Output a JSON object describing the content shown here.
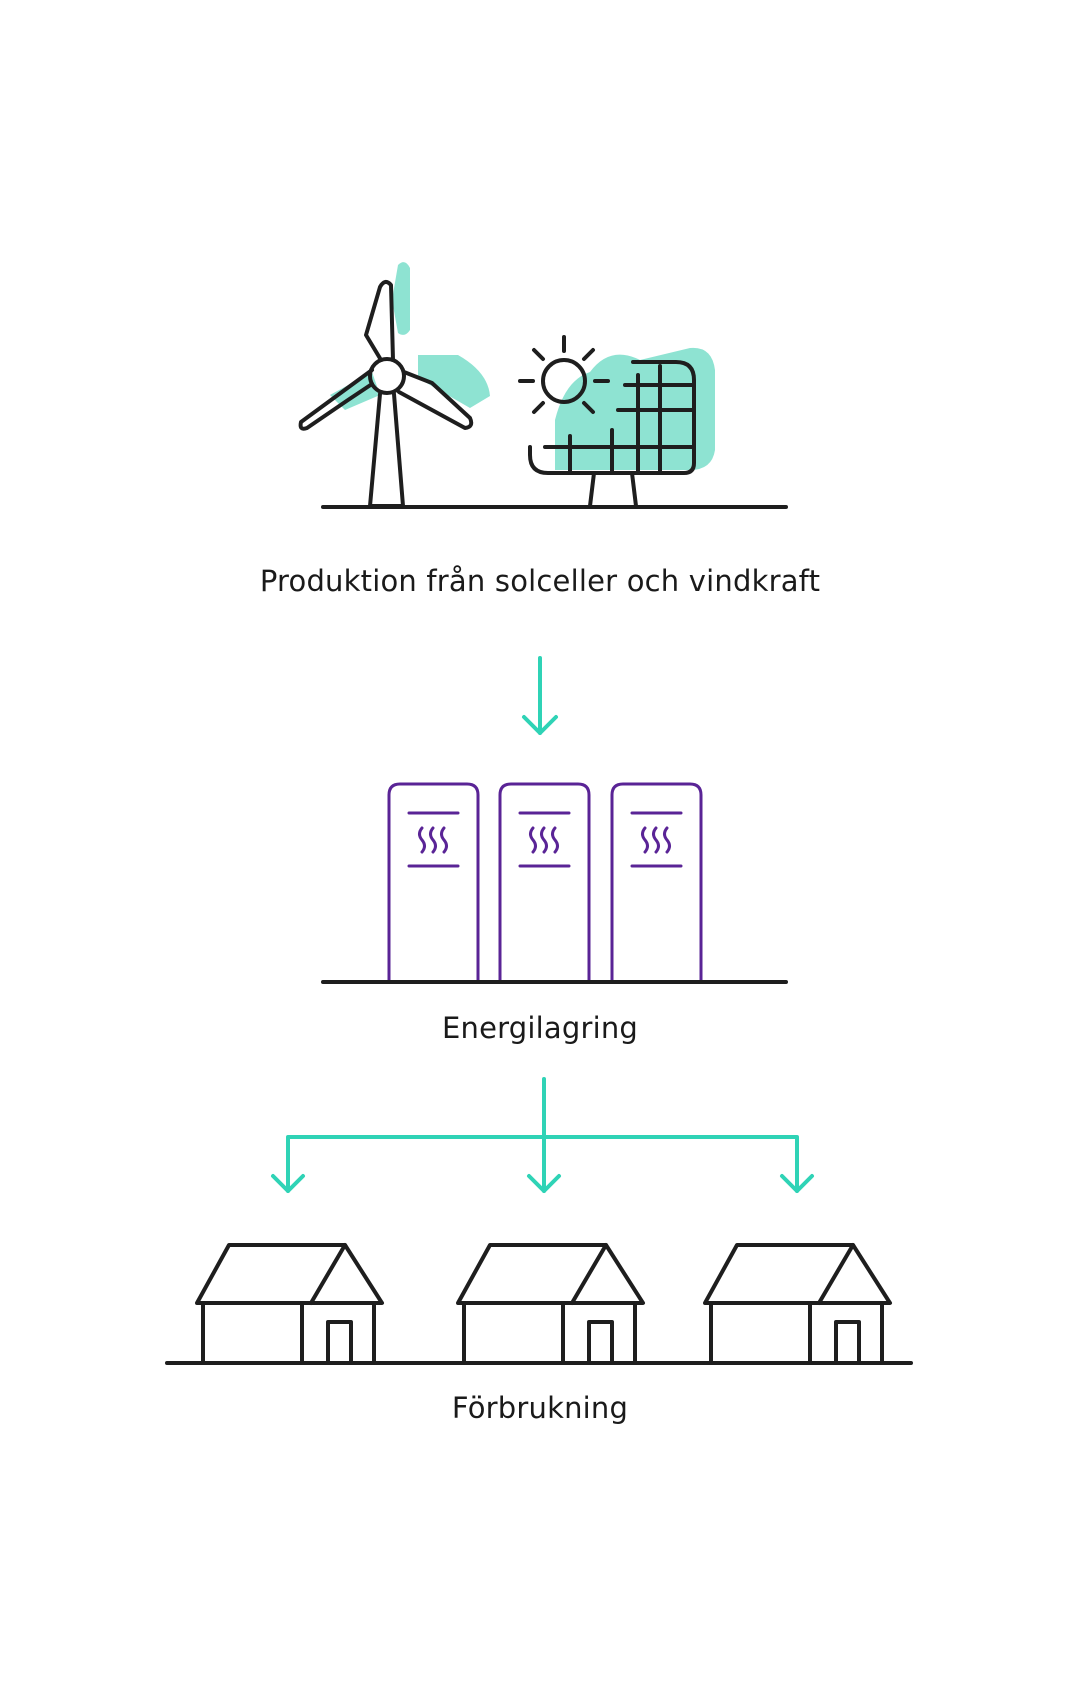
{
  "colors": {
    "line": "#1e1e1e",
    "accent_teal": "#2fd3b6",
    "accent_teal_fill": "#8ee3d2",
    "storage_purple": "#5a2496",
    "background": "#ffffff"
  },
  "stages": [
    {
      "id": "production",
      "label": "Produktion från solceller och vindkraft",
      "icons": [
        "wind-turbine-icon",
        "solar-panel-icon",
        "sun-icon"
      ]
    },
    {
      "id": "storage",
      "label": "Energilagring",
      "icons": [
        "heat-storage-tank-icon",
        "heat-storage-tank-icon",
        "heat-storage-tank-icon"
      ]
    },
    {
      "id": "consumption",
      "label": "Förbrukning",
      "icons": [
        "house-icon",
        "house-icon",
        "house-icon"
      ]
    }
  ]
}
